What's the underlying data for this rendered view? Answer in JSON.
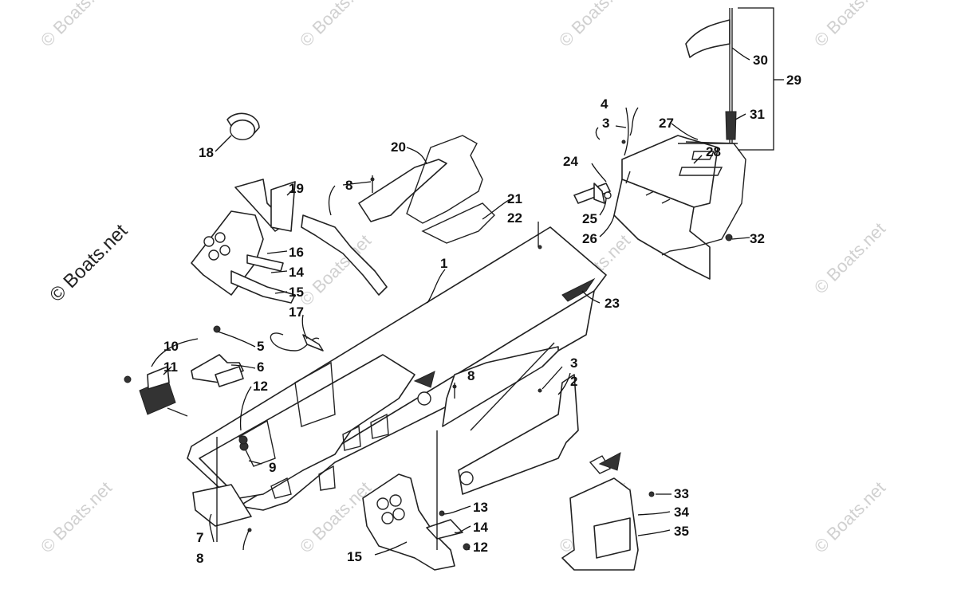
{
  "watermark": {
    "text": "© Boats.net",
    "brand_text": "© Boats.net",
    "color": "#d0d0d0"
  },
  "callouts": [
    "1",
    "2",
    "3",
    "3",
    "4",
    "5",
    "6",
    "7",
    "8",
    "8",
    "8",
    "9",
    "10",
    "11",
    "12",
    "12",
    "13",
    "14",
    "14",
    "15",
    "15",
    "16",
    "17",
    "18",
    "19",
    "20",
    "21",
    "22",
    "23",
    "24",
    "25",
    "26",
    "27",
    "28",
    "29",
    "30",
    "31",
    "32",
    "33",
    "34",
    "35"
  ]
}
